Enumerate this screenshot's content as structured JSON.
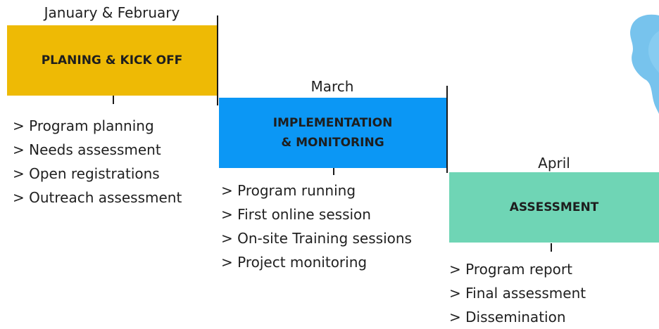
{
  "colors": {
    "phase1": "#eeba05",
    "phase2": "#0b97f5",
    "phase3": "#6fd5b5",
    "decoration": "#5fb8ea"
  },
  "phases": [
    {
      "period": "January & February",
      "title_line1": "PLANING & KICK OFF",
      "title_line2": "",
      "tasks": [
        "> Program planning",
        "> Needs assessment",
        "> Open registrations",
        "> Outreach assessment"
      ]
    },
    {
      "period": "March",
      "title_line1": "IMPLEMENTATION",
      "title_line2": "& MONITORING",
      "tasks": [
        "> Program running",
        "> First online session",
        "> On-site Training sessions",
        "> Project monitoring"
      ]
    },
    {
      "period": "April",
      "title_line1": "ASSESSMENT",
      "title_line2": "",
      "tasks": [
        "> Program report",
        "> Final assessment",
        "> Dissemination"
      ]
    }
  ],
  "decoration_icon": "water-splash-icon"
}
